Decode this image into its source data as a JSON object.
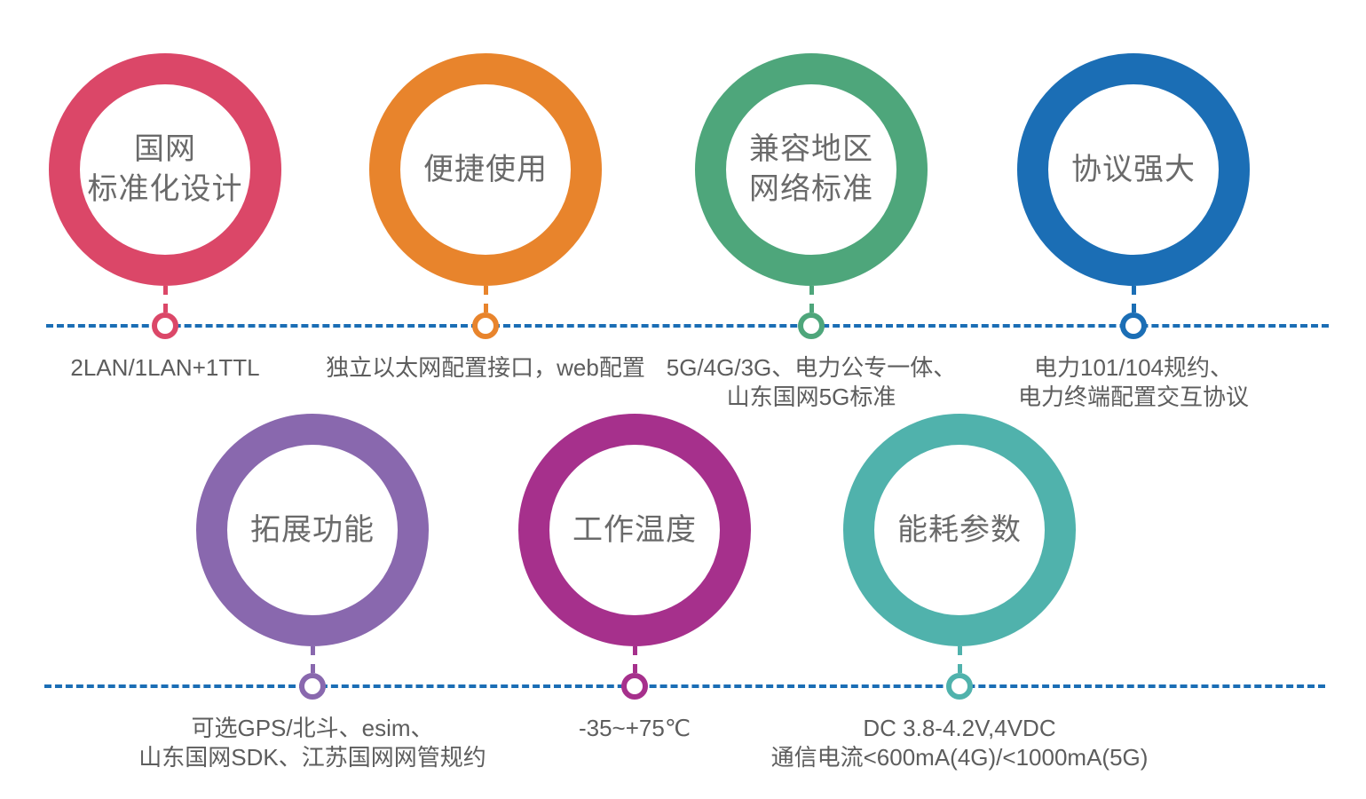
{
  "timeline": {
    "color": "#1b6eb5"
  },
  "features": [
    {
      "title_line1": "国网",
      "title_line2": "标准化设计",
      "caption_line1": "2LAN/1LAN+1TTL",
      "caption_line2": "",
      "color": "#db4768"
    },
    {
      "title_line1": "便捷使用",
      "title_line2": "",
      "caption_line1": "独立以太网配置接口，web配置",
      "caption_line2": "",
      "color": "#e8842c"
    },
    {
      "title_line1": "兼容地区",
      "title_line2": "网络标准",
      "caption_line1": "5G/4G/3G、电力公专一体、",
      "caption_line2": "山东国网5G标准",
      "color": "#4ea67b"
    },
    {
      "title_line1": "协议强大",
      "title_line2": "",
      "caption_line1": "电力101/104规约、",
      "caption_line2": "电力终端配置交互协议",
      "color": "#1b6eb5"
    },
    {
      "title_line1": "拓展功能",
      "title_line2": "",
      "caption_line1": "可选GPS/北斗、esim、",
      "caption_line2": "山东国网SDK、江苏国网网管规约",
      "color": "#8968ae"
    },
    {
      "title_line1": "工作温度",
      "title_line2": "",
      "caption_line1": "-35~+75℃",
      "caption_line2": "",
      "color": "#a6308c"
    },
    {
      "title_line1": "能耗参数",
      "title_line2": "",
      "caption_line1": "DC 3.8-4.2V,4VDC",
      "caption_line2": "通信电流<600mA(4G)/<1000mA(5G)",
      "color": "#50b2ac"
    }
  ]
}
